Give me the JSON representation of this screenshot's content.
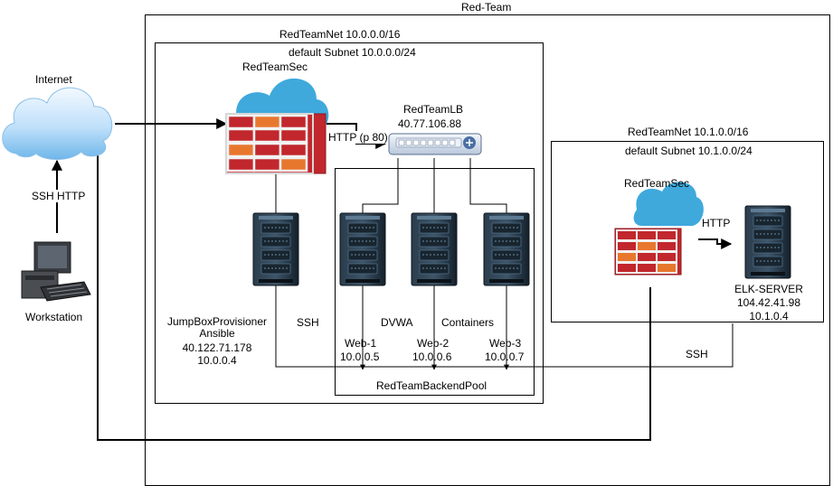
{
  "title": "Red-Team",
  "vnet1": {
    "name": "RedTeamNet 10.0.0.0/16",
    "subnet": "default Subnet 10.0.0.0/24",
    "firewall_label": "RedTeamSec",
    "lb": {
      "name": "RedTeamLB",
      "ip": "40.77.106.88"
    },
    "http_port": "HTTP (p 80)",
    "jumpbox": {
      "line1": "JumpBoxProvisioner",
      "line2": "Ansible",
      "ip_public": "40.122.71.178",
      "ip_private": "10.0.0.4"
    },
    "ssh": "SSH",
    "dvwa": "DVWA",
    "containers": "Containers",
    "web1": {
      "name": "Web-1",
      "ip": "10.0.0.5"
    },
    "web2": {
      "name": "Web-2",
      "ip": "10.0.0.6"
    },
    "web3": {
      "name": "Web-3",
      "ip": "10.0.0.7"
    },
    "pool": "RedTeamBackendPool"
  },
  "vnet2": {
    "name": "RedTeamNet 10.1.0.0/16",
    "subnet": "default Subnet 10.1.0.0/24",
    "firewall_label": "RedTeamSec",
    "http": "HTTP",
    "elk": {
      "name": "ELK-SERVER",
      "ip_public": "104.42.41.98",
      "ip_private": "10.1.0.4"
    }
  },
  "internet": "Internet",
  "ssh_http": "SSH HTTP",
  "workstation": "Workstation",
  "ssh_peer": "SSH",
  "colors": {
    "cloud": "#3fa9dc",
    "firewall_red": "#c1272d",
    "firewall_orange": "#e8772e",
    "server_dark": "#1d2b38"
  }
}
